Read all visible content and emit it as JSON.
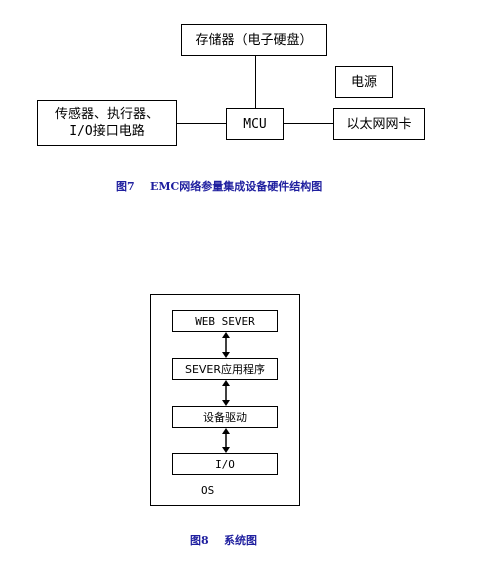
{
  "figure7": {
    "storage": "存储器（电子硬盘）",
    "power": "电源",
    "sensors_line1": "传感器、执行器、",
    "sensors_line2": "I/O接口电路",
    "mcu": "MCU",
    "ethernet": "以太网网卡",
    "caption": "图7    EMC网络参量集成设备硬件结构图"
  },
  "figure8": {
    "web_server": "WEB SEVER",
    "server_app": "SEVER应用程序",
    "driver": "设备驱动",
    "io": "I/O",
    "os": "OS",
    "caption": "图8    系统图"
  }
}
